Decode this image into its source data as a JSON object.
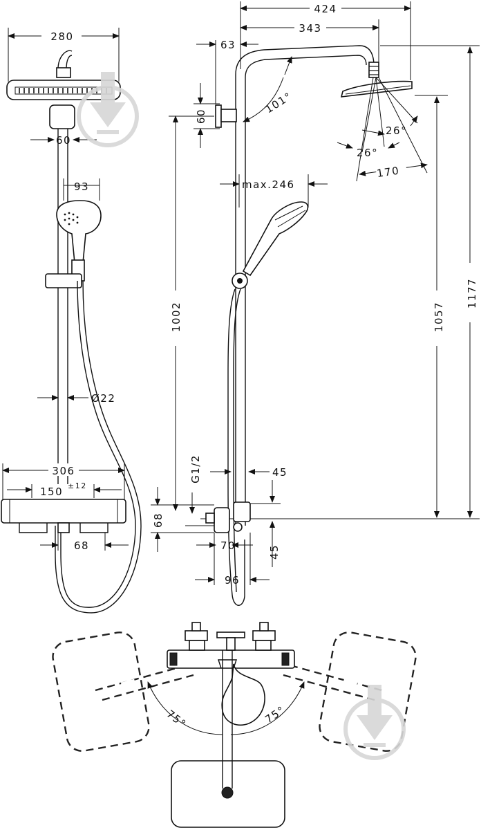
{
  "dimensions": {
    "head_width": "280",
    "holder_width": "60",
    "handshower_width": "93",
    "pipe_diameter": "Ø22",
    "thermostat_width": "306",
    "inlet_spacing": "150",
    "inlet_tolerance": "±12",
    "outlet_spacing": "68",
    "arm_reach_total": "424",
    "arm_reach": "343",
    "wall_offset": "63",
    "bracket_height": "60",
    "arm_angle": "101°",
    "spray_angle_right": "26°",
    "spray_angle_left": "26°",
    "spray_width": "170",
    "handshower_max": "max.246",
    "bracket_to_mixer": "1002",
    "head_height": "1057",
    "total_height": "1177",
    "connection_thread": "G1/2",
    "mixer_height": "68",
    "mixer_offset_top": "45",
    "mixer_offset_bottom": "45",
    "mixer_depth": "70",
    "mixer_depth_total": "96",
    "swivel_left": "75°",
    "swivel_right": "75°"
  },
  "colors": {
    "line": "#111111",
    "watermark": "#d7d7d7"
  },
  "icons": [
    "arrow-down-watermark-icon"
  ]
}
